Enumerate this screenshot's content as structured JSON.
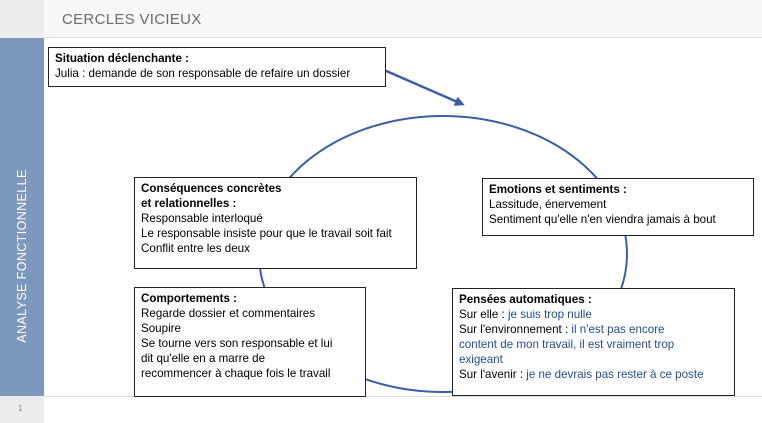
{
  "slide": {
    "title": "CERCLES VICIEUX",
    "side_label": "ANALYSE FONCTIONNELLE",
    "page_number": "1"
  },
  "colors": {
    "accent": "#7c98bd",
    "cycle": "#3a5fa6",
    "highlight_text": "#1f4e8c"
  },
  "situation": {
    "heading": "Situation déclenchante :",
    "text": "Julia : demande de son responsable de refaire un dossier"
  },
  "emotions": {
    "heading": "Emotions et sentiments :",
    "lines": [
      "Lassitude, énervement",
      "Sentiment qu'elle n'en viendra jamais à bout"
    ]
  },
  "pensees": {
    "heading": "Pensées automatiques :",
    "elle_label": "Sur elle : ",
    "elle_value": "je suis trop nulle",
    "env_label": "Sur l'environnement : ",
    "env_value_1": "il n'est pas encore",
    "env_value_2": "content de mon travail, il est vraiment trop",
    "env_value_3": "exigeant",
    "avenir_label": "Sur l'avenir : ",
    "avenir_value": "je ne devrais pas rester à ce poste"
  },
  "comportements": {
    "heading": "Comportements :",
    "lines": [
      "Regarde dossier et commentaires",
      "Soupire",
      "Se tourne vers son responsable et lui",
      "dit qu'elle en a marre de",
      "recommencer à chaque fois le travail"
    ]
  },
  "consequences": {
    "heading_1": "Conséquences concrètes",
    "heading_2": "et relationnelles :",
    "lines": [
      "Responsable interloqué",
      "Le responsable insiste pour que le travail soit fait",
      "Conflit entre les deux"
    ]
  }
}
